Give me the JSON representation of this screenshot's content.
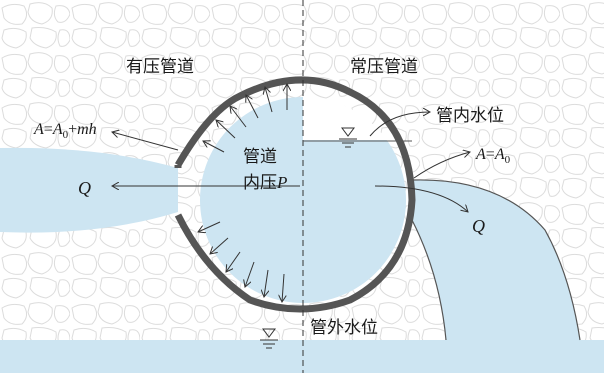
{
  "labels": {
    "pressure_pipe": "有压管道",
    "normal_pipe": "常压管道",
    "water_level_inside": "管内水位",
    "pressure_inside_line1": "管道",
    "pressure_inside_line2": "内压",
    "pressure_symbol": "P",
    "water_level_outside": "管外水位",
    "flow_left": "Q",
    "flow_right": "Q",
    "area_left_A": "A",
    "area_left_eq": "=",
    "area_left_A0": "A",
    "area_left_sub0": "0",
    "area_left_plus": "+",
    "area_left_mh": "mh",
    "area_right_A": "A",
    "area_right_eq": "=",
    "area_right_A0": "A",
    "area_right_sub0": "0"
  },
  "colors": {
    "water": "#cde5f2",
    "pipe_wall": "#555555",
    "stone_outline": "#dcdcdc",
    "ink": "#1a1a1a"
  }
}
